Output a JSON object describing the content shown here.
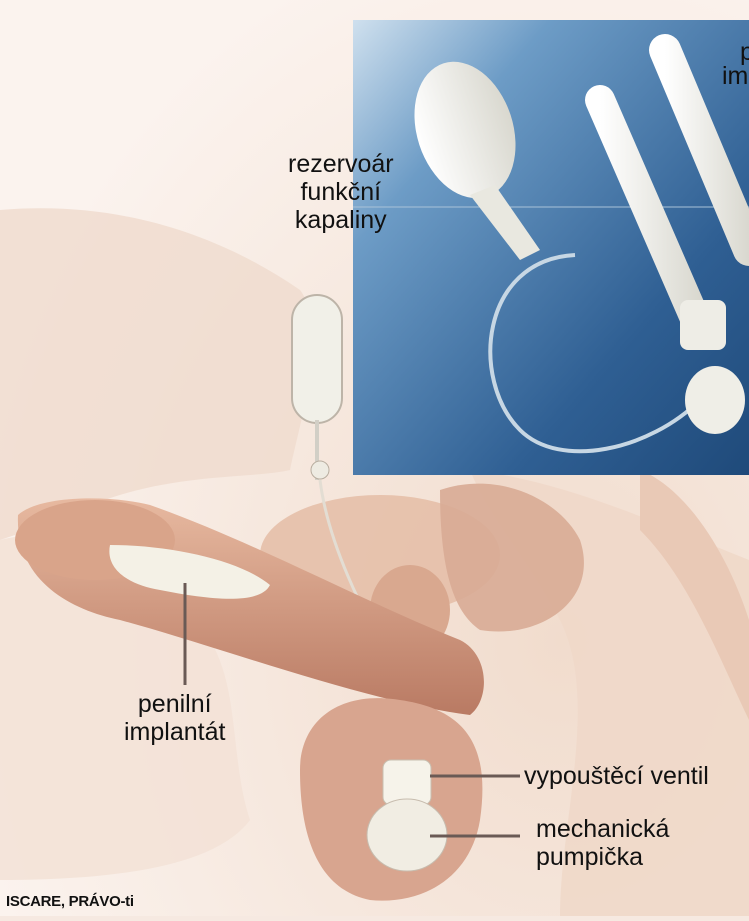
{
  "labels": {
    "reservoir": [
      "rezervoár",
      "funkční",
      "kapaliny"
    ],
    "photo_label_cut": [
      "p",
      "im"
    ],
    "implant": [
      "penilní",
      "implantát"
    ],
    "valve": "vypouštěcí ventil",
    "pump": [
      "mechanická",
      "pumpička"
    ]
  },
  "credit": "ISCARE, PRÁVO-ti",
  "colors": {
    "background": "#f6e9e1",
    "skin": "#e8c2a6",
    "skin_shadow": "#c98e74",
    "photo_blue": "#3c6fa3",
    "device": "#f1f0ea",
    "leader_line": "#6a5a55"
  }
}
